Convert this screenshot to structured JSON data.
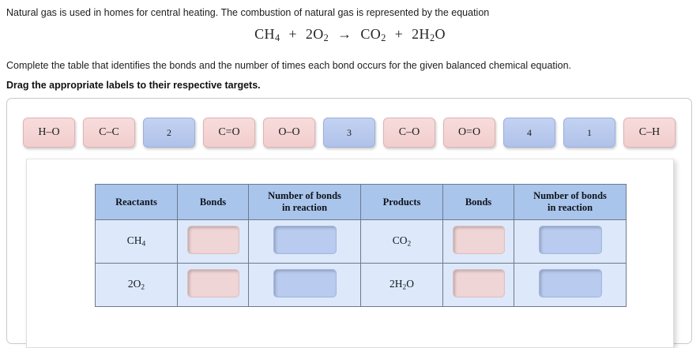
{
  "prompt": {
    "intro": "Natural gas is used in homes for central heating. The combustion of natural gas is represented by the equation",
    "instruction": "Complete the table that identifies the bonds and the number of times each bond occurs for the given balanced chemical equation.",
    "drag_note": "Drag the appropriate labels to their respective targets."
  },
  "equation": {
    "reactant_1": "CH",
    "reactant_1_sub": "4",
    "plus_1": "+",
    "reactant_2_coeff": "2O",
    "reactant_2_sub": "2",
    "arrow": "→",
    "product_1": "CO",
    "product_1_sub": "2",
    "plus_2": "+",
    "product_2_coeff": "2H",
    "product_2_sub": "2",
    "product_2_tail": "O"
  },
  "label_bank": [
    {
      "text": "H–O",
      "kind": "bond"
    },
    {
      "text": "C–C",
      "kind": "bond"
    },
    {
      "text": "2",
      "kind": "num"
    },
    {
      "text": "C=O",
      "kind": "bond"
    },
    {
      "text": "O–O",
      "kind": "bond"
    },
    {
      "text": "3",
      "kind": "num"
    },
    {
      "text": "C–O",
      "kind": "bond"
    },
    {
      "text": "O=O",
      "kind": "bond"
    },
    {
      "text": "4",
      "kind": "num"
    },
    {
      "text": "1",
      "kind": "num"
    },
    {
      "text": "C–H",
      "kind": "bond"
    }
  ],
  "table": {
    "headers": {
      "reactants": "Reactants",
      "bonds_left": "Bonds",
      "count_left_line1": "Number of bonds",
      "count_left_line2": "in reaction",
      "products": "Products",
      "bonds_right": "Bonds",
      "count_right_line1": "Number of bonds",
      "count_right_line2": "in reaction"
    },
    "rows": [
      {
        "reactant_main": "CH",
        "reactant_sub": "4",
        "product_main": "CO",
        "product_sub": "2",
        "product_tail": ""
      },
      {
        "reactant_main": "2O",
        "reactant_sub": "2",
        "product_main": "2H",
        "product_sub": "2",
        "product_tail": "O"
      }
    ]
  },
  "colors": {
    "bond_tile": "#f2cdcd",
    "number_tile": "#b0c2ea",
    "table_header": "#a9c5ec",
    "table_cell": "#dde9fa",
    "table_border": "#6c7a8c"
  }
}
